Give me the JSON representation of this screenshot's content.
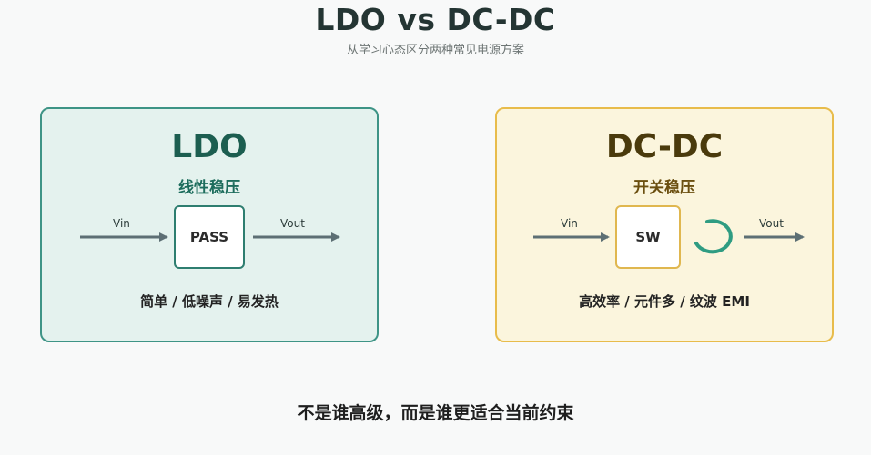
{
  "header": {
    "title": "LDO vs DC-DC",
    "subtitle": "从学习心态区分两种常见电源方案"
  },
  "ldo_card": {
    "title": "LDO",
    "subtitle": "线性稳压",
    "input_label": "Vin",
    "block_label": "PASS",
    "output_label": "Vout",
    "note": "简单 / 低噪声 / 易发热"
  },
  "dcdc_card": {
    "title": "DC-DC",
    "subtitle": "开关稳压",
    "input_label": "Vin",
    "block_label": "SW",
    "output_label": "Vout",
    "note": "高效率 / 元件多 / 纹波 EMI"
  },
  "footer": {
    "text": "不是谁高级，而是谁更适合当前约束"
  },
  "colors": {
    "ldo_accent": "#3e9486",
    "ldo_fill": "#e4f2ee",
    "dcdc_accent": "#e8bc4b",
    "dcdc_fill": "#fbf5dd",
    "switch_loop": "#2f9c82",
    "arrow": "#5d6f74"
  }
}
